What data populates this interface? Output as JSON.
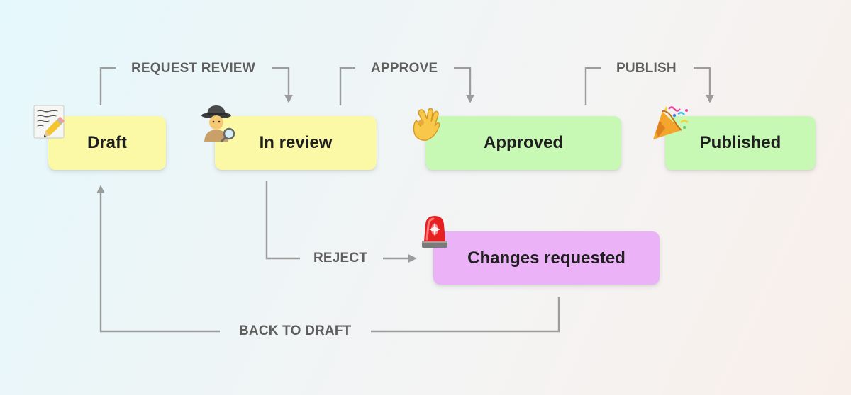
{
  "colors": {
    "connector": "#9c9c9c",
    "label_text": "#5e5e5e",
    "state_in_progress": "#fcf9a6",
    "state_done": "#c7f9b5",
    "state_problem": "#ecb2f7"
  },
  "states": {
    "draft": {
      "label": "Draft",
      "icon": "memo-pencil-icon"
    },
    "in_review": {
      "label": "In review",
      "icon": "detective-icon"
    },
    "approved": {
      "label": "Approved",
      "icon": "ok-hand-icon"
    },
    "published": {
      "label": "Published",
      "icon": "party-popper-icon"
    },
    "changes_requested": {
      "label": "Changes requested",
      "icon": "police-light-icon"
    }
  },
  "transitions": {
    "request_review": "REQUEST REVIEW",
    "approve": "APPROVE",
    "publish": "PUBLISH",
    "reject": "REJECT",
    "back_to_draft": "BACK TO DRAFT"
  }
}
